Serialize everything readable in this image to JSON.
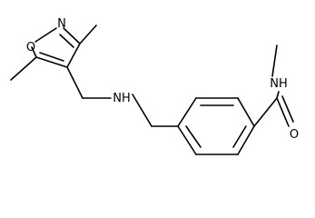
{
  "figure": {
    "kind": "chemical-structure",
    "atoms": {
      "ring_oxygen": "O",
      "ring_nitrogen": "N",
      "amine_nitrogen": "NH",
      "amide_nitrogen": "NH",
      "carbonyl_oxygen": "O"
    },
    "colors": {
      "bond": "#000000",
      "text": "#000000",
      "background": "#ffffff"
    }
  }
}
